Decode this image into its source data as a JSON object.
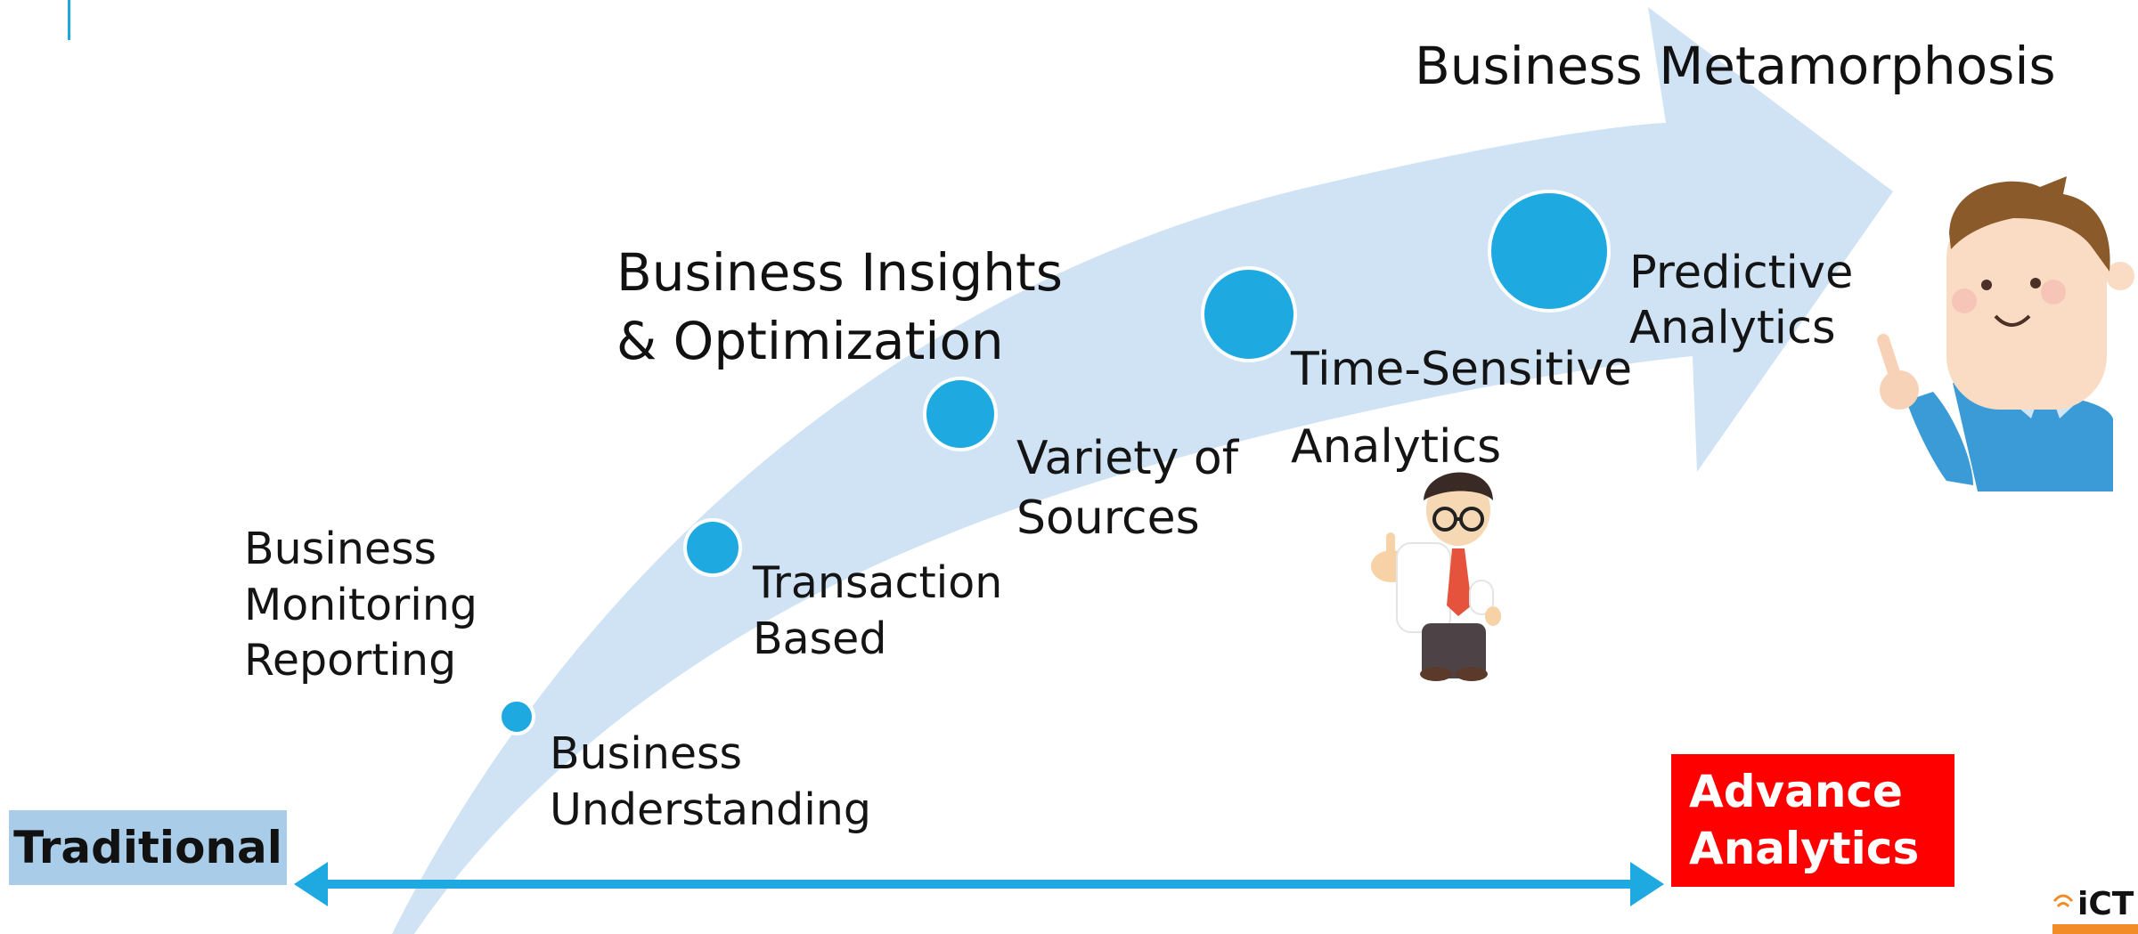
{
  "title": "Business Metamorphosis",
  "stages": {
    "monitoring": [
      "Business",
      "Monitoring",
      "Reporting"
    ],
    "insights": [
      "Business Insights",
      "& Optimization"
    ]
  },
  "milestones": [
    {
      "lines": [
        "Business",
        "Understanding"
      ]
    },
    {
      "lines": [
        "Transaction",
        "Based"
      ]
    },
    {
      "lines": [
        "Variety of",
        "Sources"
      ]
    },
    {
      "lines": [
        "Time-Sensitive",
        "Analytics"
      ]
    },
    {
      "lines": [
        "Predictive",
        "Analytics"
      ]
    }
  ],
  "scale": {
    "start_label": "Traditional",
    "end_label": [
      "Advance",
      "Analytics"
    ]
  },
  "logo": {
    "text": "iCT"
  },
  "colors": {
    "arrow_fill": "#cfe3f5",
    "milestone_dot": "#1fa9e1",
    "scale_arrow": "#1fa9e1",
    "traditional_box": "#a9cde9",
    "advance_box": "#ff0000"
  },
  "icons": [
    "presenter-man-icon",
    "businessman-pointing-icon",
    "ict-logo-icon"
  ]
}
